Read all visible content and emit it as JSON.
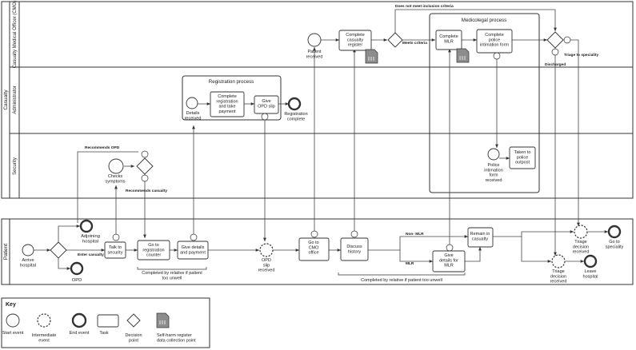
{
  "pools": {
    "casualty": "Casualty",
    "patient": "Patient"
  },
  "lanes": {
    "cmo": "Casualty Medical Officer (CMO)",
    "administrator": "Administrator",
    "security": "Security"
  },
  "subprocesses": {
    "registration": "Registration process",
    "medicolegal": "Medicolegal process"
  },
  "nodes": {
    "arrive_hospital": [
      "Arrive",
      "hospital"
    ],
    "adjoining_hospital": [
      "Adjoining",
      "hospital"
    ],
    "opd": [
      "OPD"
    ],
    "talk_to_security": [
      "Talk to",
      "security"
    ],
    "go_to_registration": [
      "Go to",
      "registration",
      "counter"
    ],
    "give_details_payment": [
      "Give details",
      "and payment"
    ],
    "opd_slip_received": [
      "OPD",
      "slip",
      "received"
    ],
    "go_to_cmo": [
      "Go to",
      "CMO",
      "office"
    ],
    "discuss_history": [
      "Discuss",
      "history"
    ],
    "remain_in_casualty": [
      "Remain in",
      "casualty"
    ],
    "give_details_mlr": [
      "Give",
      "details for",
      "MLR"
    ],
    "triage_decision_received_top": [
      "Triage",
      "decision",
      "received"
    ],
    "triage_decision_received_bottom": [
      "Triage",
      "decision",
      "received"
    ],
    "go_to_speciality": [
      "Go to",
      "speciality"
    ],
    "leave_hospital": [
      "Leave",
      "hospital"
    ],
    "checks_symptoms": [
      "Checks",
      "symptoms"
    ],
    "police_form_received": [
      "Police",
      "intimation",
      "form",
      "received"
    ],
    "take_to_police": [
      "Taken to",
      "police",
      "outpost"
    ],
    "details_received": [
      "Details",
      "received"
    ],
    "complete_registration": [
      "Complete",
      "registration",
      "and take",
      "payment"
    ],
    "give_opd_slip": [
      "Give",
      "OPD slip"
    ],
    "registration_complete": [
      "Registration",
      "complete"
    ],
    "patient_received": [
      "Patient",
      "received"
    ],
    "complete_casualty_register": [
      "Complete",
      "casualty",
      "register"
    ],
    "complete_mlr": [
      "Complete",
      "MLR"
    ],
    "complete_police_form": [
      "Complete",
      "police",
      "intimation form"
    ]
  },
  "edge_labels": {
    "enter_casualty": "Enter casualty",
    "recommends_opd": "Recommends OPD",
    "recommends_casualty": "Recommends casualty",
    "meets_criteria": "Meets criteria",
    "not_meet_criteria": "Does not meet inclusion criteria",
    "triage_to_speciality": "Triage to speciality",
    "discharged": "Discharged",
    "non_mlr": "Non- MLR",
    "mlr": "MLR"
  },
  "notes": {
    "relative_registration": [
      "Completed by relative if patient",
      "too unwell"
    ],
    "relative_cmo": [
      "Completed by relative if patient too unwell"
    ]
  },
  "key": {
    "title": "Key",
    "start_event": [
      "Start event"
    ],
    "intermediate_event": [
      "Intermediate",
      "event"
    ],
    "end_event": [
      "End event"
    ],
    "task": [
      "Task"
    ],
    "decision_point": [
      "Decision",
      "point"
    ],
    "register": [
      "Self-harm register",
      "data collection point"
    ]
  }
}
